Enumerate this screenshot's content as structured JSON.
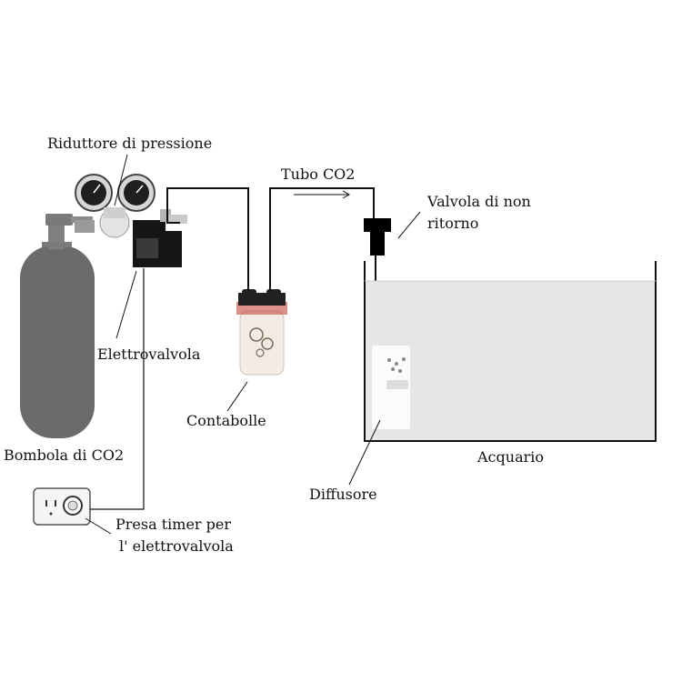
{
  "labels": {
    "regulator": "Riduttore di pressione",
    "tube": "Tubo CO2",
    "check_valve_1": "Valvola di non",
    "check_valve_2": "ritorno",
    "solenoid": "Elettrovalvola",
    "bubble_counter": "Contabolle",
    "aquarium": "Acquario",
    "cylinder": "Bombola di CO2",
    "diffuser": "Diffusore",
    "timer_1": "Presa timer per",
    "timer_2": "l' elettrovalvola"
  },
  "colors": {
    "line": "#111111",
    "cylinder": "#6b6b6b",
    "water": "#e6e6e6",
    "counter_cap": "#222222",
    "counter_band": "#c0392b"
  }
}
